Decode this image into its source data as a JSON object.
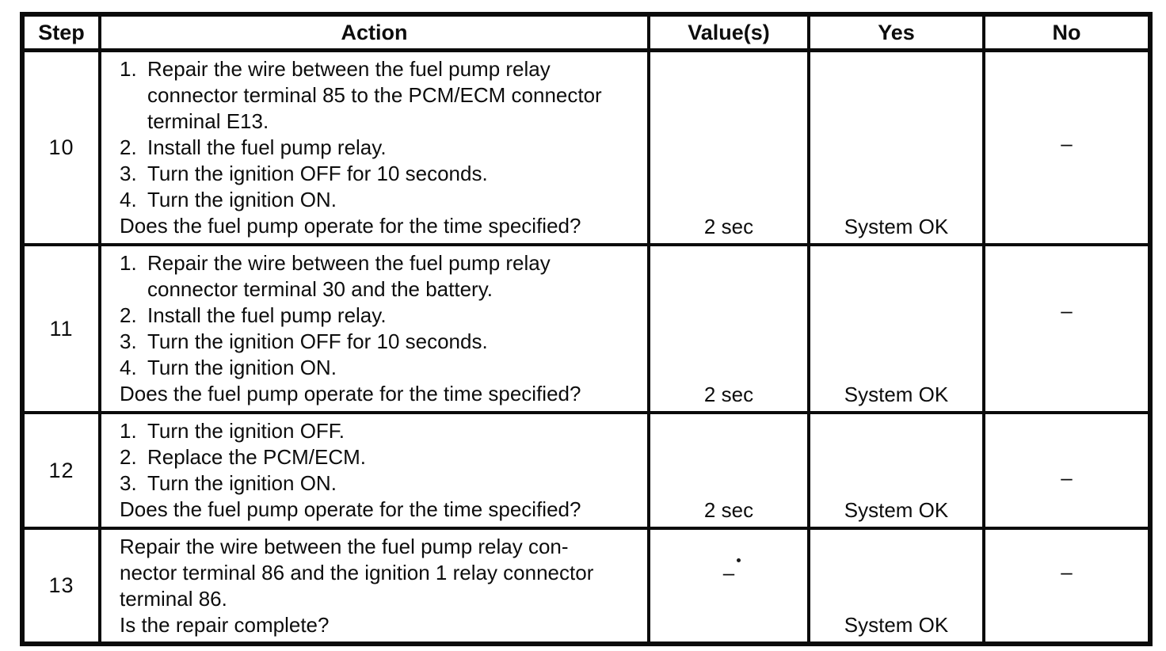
{
  "colors": {
    "ink": "#0d0d0d",
    "paper": "#ffffff"
  },
  "table": {
    "columns": [
      "Step",
      "Action",
      "Value(s)",
      "Yes",
      "No"
    ],
    "rows": [
      {
        "step": "10",
        "items": [
          {
            "num": "1.",
            "lines": [
              "Repair the wire between the fuel pump relay",
              "connector terminal 85 to the PCM/ECM connector",
              "terminal E13."
            ]
          },
          {
            "num": "2.",
            "lines": [
              "Install the fuel pump relay."
            ]
          },
          {
            "num": "3.",
            "lines": [
              "Turn the ignition OFF for 10 seconds."
            ]
          },
          {
            "num": "4.",
            "lines": [
              "Turn the ignition ON."
            ]
          }
        ],
        "question": "Does the fuel pump operate for the time specified?",
        "value": "2 sec",
        "yes": "System OK",
        "no": "–"
      },
      {
        "step": "11",
        "items": [
          {
            "num": "1.",
            "lines": [
              "Repair the wire between the fuel pump relay",
              "connector terminal 30 and the battery."
            ]
          },
          {
            "num": "2.",
            "lines": [
              "Install the fuel pump relay."
            ]
          },
          {
            "num": "3.",
            "lines": [
              "Turn the ignition OFF for 10 seconds."
            ]
          },
          {
            "num": "4.",
            "lines": [
              "Turn the ignition ON."
            ]
          }
        ],
        "question": "Does the fuel pump operate for the time specified?",
        "value": "2 sec",
        "yes": "System OK",
        "no": "–"
      },
      {
        "step": "12",
        "items": [
          {
            "num": "1.",
            "lines": [
              "Turn the ignition OFF."
            ]
          },
          {
            "num": "2.",
            "lines": [
              "Replace the PCM/ECM."
            ]
          },
          {
            "num": "3.",
            "lines": [
              "Turn the ignition ON."
            ]
          }
        ],
        "question": "Does the fuel pump operate for the time specified?",
        "value": "2 sec",
        "yes": "System OK",
        "no": "–"
      },
      {
        "step": "13",
        "para_lines": [
          "Repair the wire between the fuel pump relay con-",
          "nector terminal 86 and the ignition 1 relay connector",
          "terminal 86."
        ],
        "question": "Is the repair complete?",
        "value": "–",
        "yes": "System OK",
        "no": "–"
      }
    ]
  }
}
